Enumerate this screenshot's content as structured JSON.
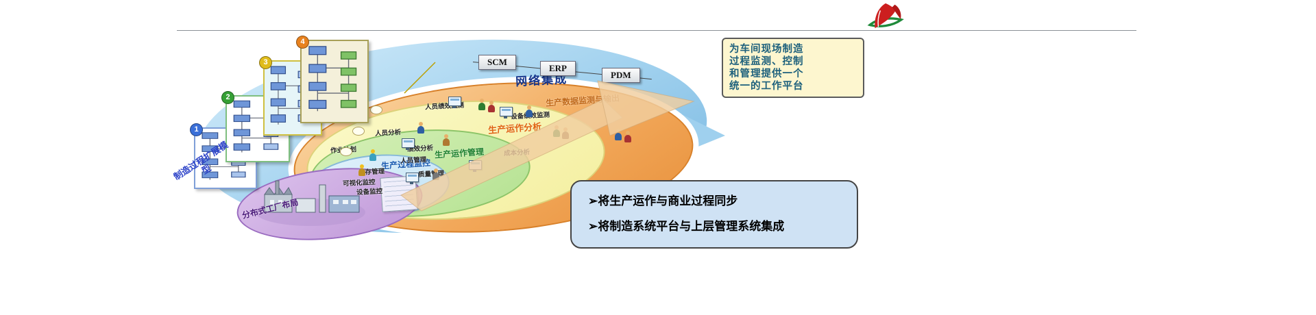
{
  "top_callout": {
    "line1": "为车间现场制造",
    "line2": "过程监测、控制",
    "line3": "和管理提供一个",
    "line4": "统一的工作平台"
  },
  "bottom_callout": {
    "bullet1": "➢将生产运作与商业过程同步",
    "bullet2": "➢将制造系统平台与上层管理系统集成"
  },
  "network": {
    "label": "网络集成",
    "scm": "SCM",
    "erp": "ERP",
    "pdm": "PDM"
  },
  "layers": {
    "data": "生产数据监测与输出",
    "analysis": "生产运作分析",
    "management": "生产运作管理",
    "monitoring": "生产过程监控",
    "layout": "分布式工厂布局"
  },
  "left_model": {
    "label": "制造过程扩展模型",
    "badge1": "1",
    "badge2": "2",
    "badge3": "3",
    "badge4": "4"
  },
  "labels": {
    "yellow1": "人员绩效监测",
    "yellow2": "设备绩效监测",
    "yellow3": "人员分析",
    "yellow4": "绩效分析",
    "yellow5": "成本分析",
    "green1": "作业计划",
    "green2": "人员管理",
    "green3": "库存管理",
    "green4": "质量管理",
    "blue1": "可视化监控",
    "blue2": "设备监控"
  },
  "icons": {
    "company-logo": "red-sail-with-green-swoosh",
    "person-icon": "css-person-shape",
    "monitor-icon": "css-monitor-shape",
    "down-arrow-icon": "yellow-bent-arrow",
    "flow-arrow-icon": "tan-sweeping-arrow",
    "bullet-glyph": "➢"
  },
  "colors": {
    "network_layer": "#9fd0ee",
    "data_layer": "#f2a85a",
    "analysis_layer": "#f4efa0",
    "management_layer": "#b5e292",
    "monitoring_layer": "#c2e3f5",
    "factory_layer": "#bf97d8",
    "top_callout_bg": "#fdf6cf",
    "bottom_callout_bg": "#cfe2f4",
    "network_text": "#16368c",
    "logo_red": "#cc1f1f",
    "logo_green": "#1f8a3a"
  }
}
